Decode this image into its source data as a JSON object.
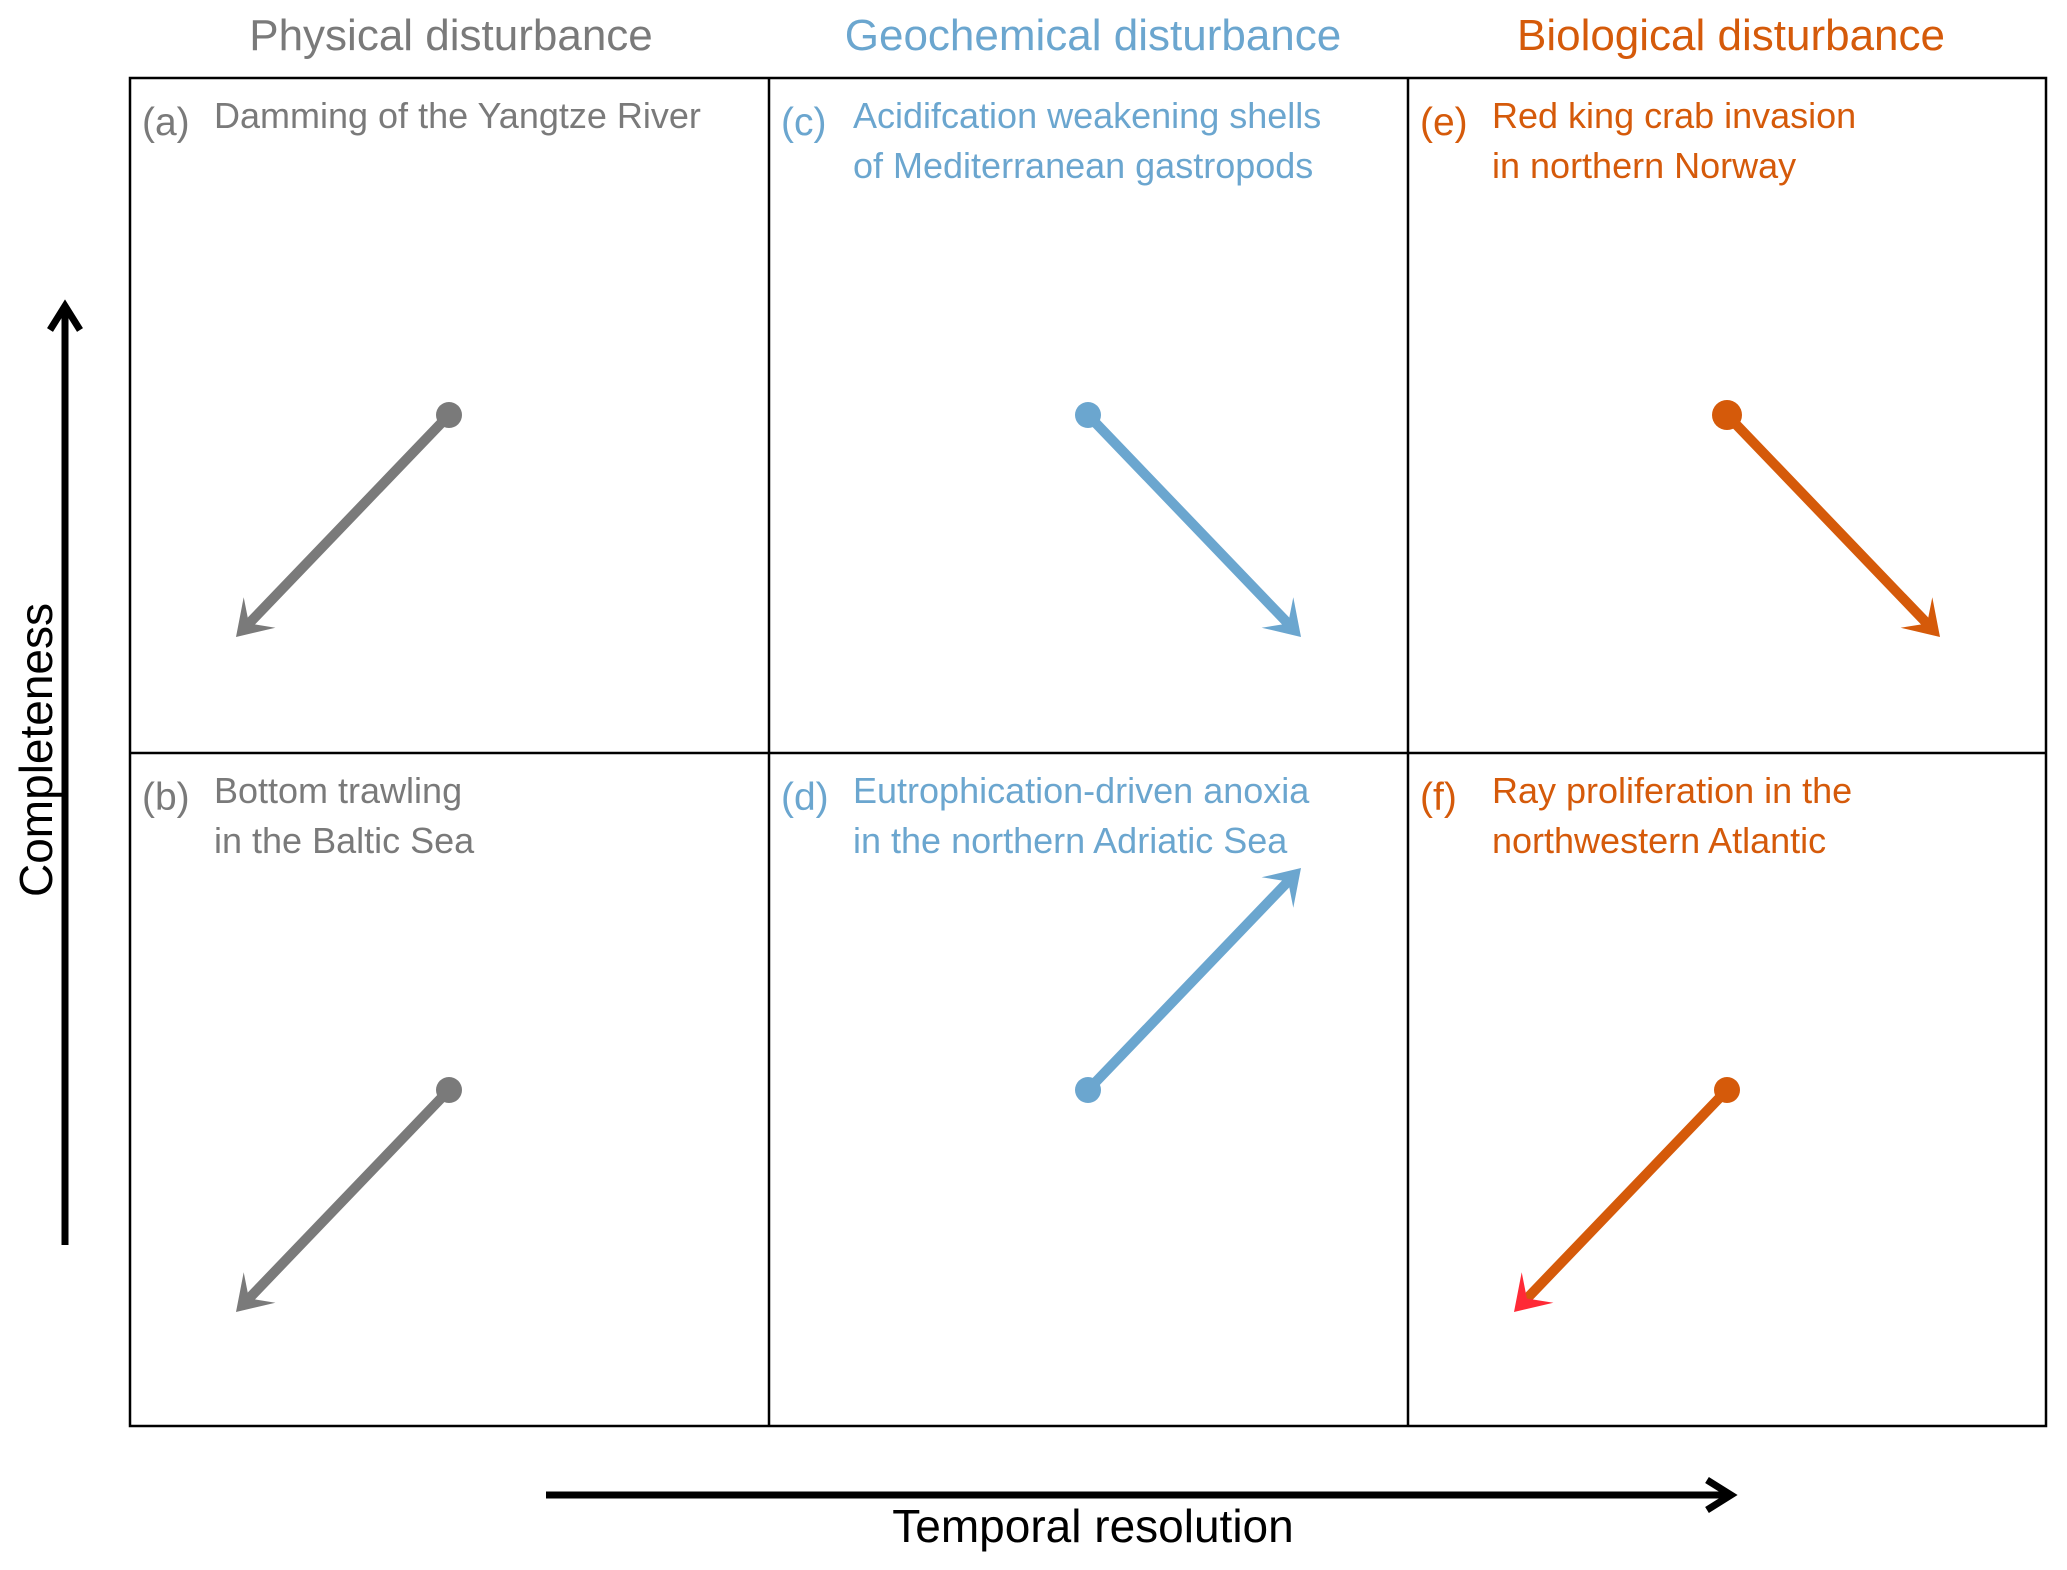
{
  "columns": [
    {
      "title": "Physical disturbance",
      "color": "#7a7a7a"
    },
    {
      "title": "Geochemical disturbance",
      "color": "#6ba6cf"
    },
    {
      "title": "Biological disturbance",
      "color": "#d55a0a"
    }
  ],
  "panels": [
    {
      "id": "a",
      "label": "(a)",
      "lines": [
        "Damming of the Yangtze River"
      ],
      "color": "#7a7a7a",
      "head_color": "#7a7a7a",
      "completeness_change": "decrease",
      "temporal_resolution_change": "decrease"
    },
    {
      "id": "b",
      "label": "(b)",
      "lines": [
        "Bottom trawling",
        "in the Baltic Sea"
      ],
      "color": "#7a7a7a",
      "head_color": "#7a7a7a",
      "completeness_change": "decrease",
      "temporal_resolution_change": "decrease"
    },
    {
      "id": "c",
      "label": "(c)",
      "lines": [
        "Acidifcation weakening shells",
        "of Mediterranean gastropods"
      ],
      "color": "#6ba6cf",
      "head_color": "#6ba6cf",
      "completeness_change": "decrease",
      "temporal_resolution_change": "increase"
    },
    {
      "id": "d",
      "label": "(d)",
      "lines": [
        "Eutrophication-driven anoxia",
        "in the northern Adriatic Sea"
      ],
      "color": "#6ba6cf",
      "head_color": "#6ba6cf",
      "completeness_change": "increase",
      "temporal_resolution_change": "increase"
    },
    {
      "id": "e",
      "label": "(e)",
      "lines": [
        "Red king crab invasion",
        "in northern Norway"
      ],
      "color": "#d55a0a",
      "head_color": "#d55a0a",
      "completeness_change": "decrease",
      "temporal_resolution_change": "increase"
    },
    {
      "id": "f",
      "label": "(f)",
      "lines": [
        "Ray proliferation in the",
        "northwestern Atlantic"
      ],
      "color": "#d55a0a",
      "head_color": "#ff2a36",
      "completeness_change": "decrease",
      "temporal_resolution_change": "decrease"
    }
  ],
  "axes": {
    "y_label": "Completeness",
    "x_label": "Temporal resolution"
  }
}
